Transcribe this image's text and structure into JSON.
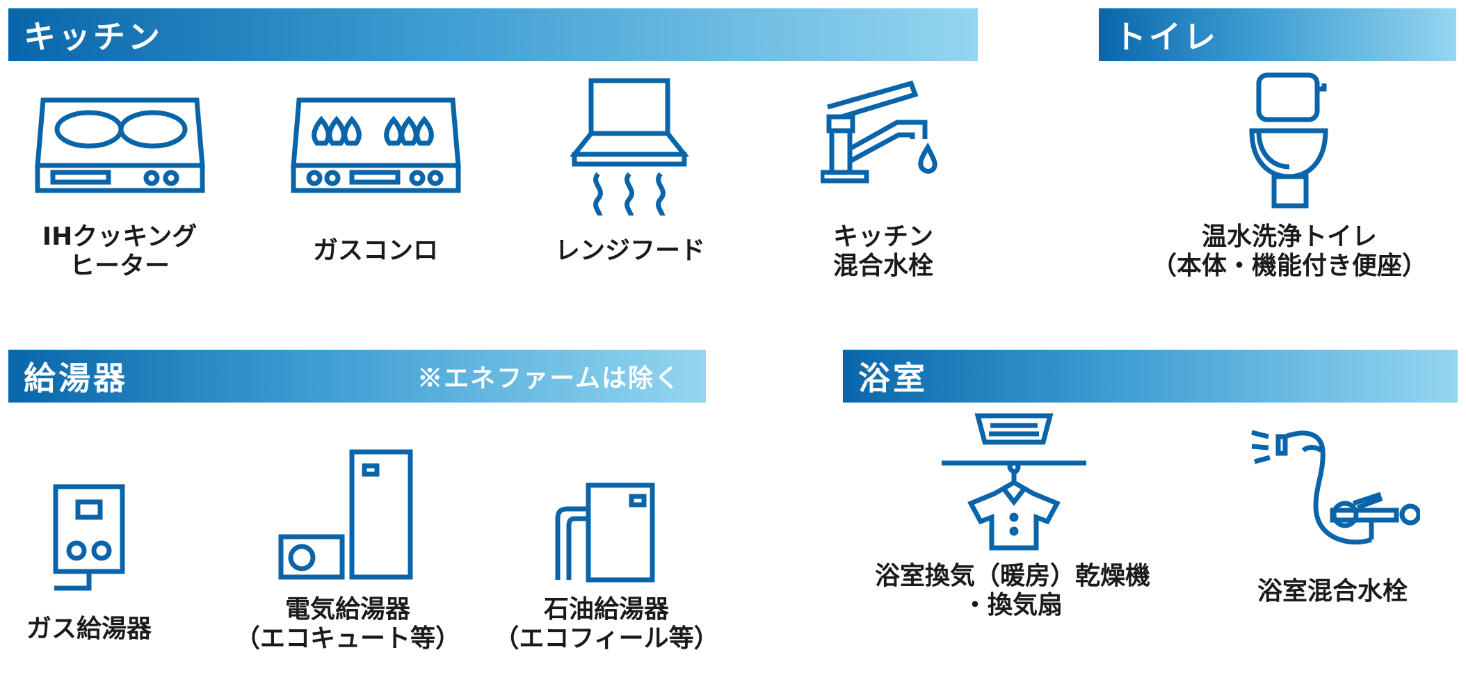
{
  "sections": {
    "kitchen": {
      "title": "キッチン"
    },
    "toilet": {
      "title": "トイレ"
    },
    "water_heater": {
      "title": "給湯器",
      "note": "※エネファームは除く"
    },
    "bathroom": {
      "title": "浴室"
    }
  },
  "items": {
    "ih_heater": {
      "icon": "ih-cooktop-icon",
      "line1": "IHクッキング",
      "line2": "ヒーター"
    },
    "gas_stove": {
      "icon": "gas-stove-icon",
      "line1": "ガスコンロ"
    },
    "range_hood": {
      "icon": "range-hood-icon",
      "line1": "レンジフード"
    },
    "kitchen_faucet": {
      "icon": "faucet-icon",
      "line1": "キッチン",
      "line2": "混合水栓"
    },
    "washlet": {
      "icon": "toilet-icon",
      "line1": "温水洗浄トイレ",
      "line2": "（本体・機能付き便座）"
    },
    "gas_water_heater": {
      "icon": "gas-water-heater-icon",
      "line1": "ガス給湯器"
    },
    "electric_water_heater": {
      "icon": "electric-water-heater-icon",
      "line1": "電気給湯器",
      "line2": "（エコキュート等）"
    },
    "oil_water_heater": {
      "icon": "oil-water-heater-icon",
      "line1": "石油給湯器",
      "line2": "（エコフィール等）"
    },
    "bath_dryer": {
      "icon": "bath-dryer-icon",
      "line1": "浴室換気（暖房）乾燥機",
      "line2": "・換気扇"
    },
    "bath_faucet": {
      "icon": "shower-faucet-icon",
      "line1": "浴室混合水栓"
    }
  },
  "colors": {
    "icon_blue": "#0a64aa",
    "band_start": "#0a66aa",
    "band_end": "#94d6f0"
  }
}
